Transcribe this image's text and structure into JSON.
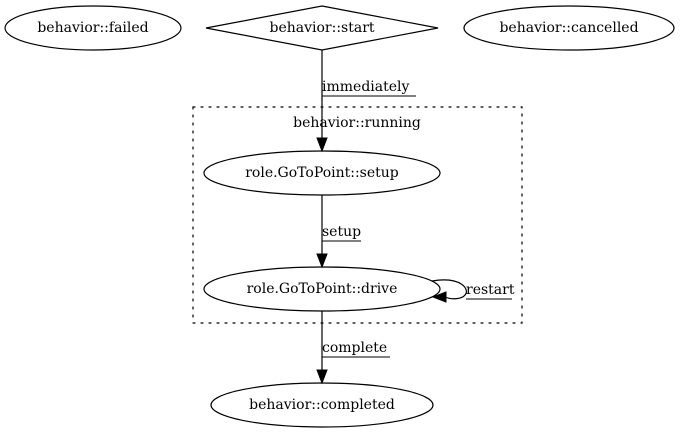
{
  "diagram": {
    "nodes": {
      "failed": {
        "label": "behavior::failed",
        "shape": "ellipse"
      },
      "start": {
        "label": "behavior::start",
        "shape": "diamond"
      },
      "cancelled": {
        "label": "behavior::cancelled",
        "shape": "ellipse"
      },
      "setup": {
        "label": "role.GoToPoint::setup",
        "shape": "ellipse"
      },
      "drive": {
        "label": "role.GoToPoint::drive",
        "shape": "ellipse"
      },
      "completed": {
        "label": "behavior::completed",
        "shape": "ellipse"
      }
    },
    "cluster": {
      "label": "behavior::running",
      "border": "dotted"
    },
    "edges": {
      "start_to_setup": {
        "from": "behavior::start",
        "to": "role.GoToPoint::setup",
        "label": "immediately"
      },
      "setup_to_drive": {
        "from": "role.GoToPoint::setup",
        "to": "role.GoToPoint::drive",
        "label": "setup"
      },
      "drive_to_drive": {
        "from": "role.GoToPoint::drive",
        "to": "role.GoToPoint::drive",
        "label": "restart"
      },
      "drive_to_completed": {
        "from": "role.GoToPoint::drive",
        "to": "behavior::completed",
        "label": "complete"
      }
    },
    "colors": {
      "background": "#ffffff",
      "stroke": "#000000",
      "text": "#000000"
    }
  }
}
